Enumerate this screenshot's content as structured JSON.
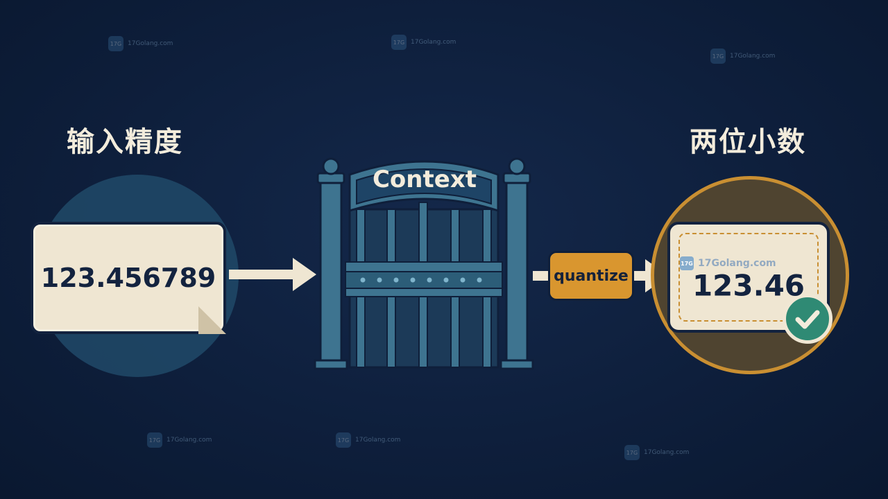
{
  "input": {
    "heading": "输入精度",
    "value": "123.456789"
  },
  "gate": {
    "label": "Context"
  },
  "operation": {
    "label": "quantize"
  },
  "output": {
    "heading": "两位小数",
    "value": "123.46"
  },
  "watermark": {
    "logo": "17G",
    "site": "17Golang.com"
  },
  "icons": {
    "check": "check-icon",
    "gate": "gate-icon"
  },
  "colors": {
    "background": "#0e1f3c",
    "card": "#efe6d2",
    "gate": "#3e7490",
    "accent": "#d9962f",
    "check": "#2f8a74"
  }
}
